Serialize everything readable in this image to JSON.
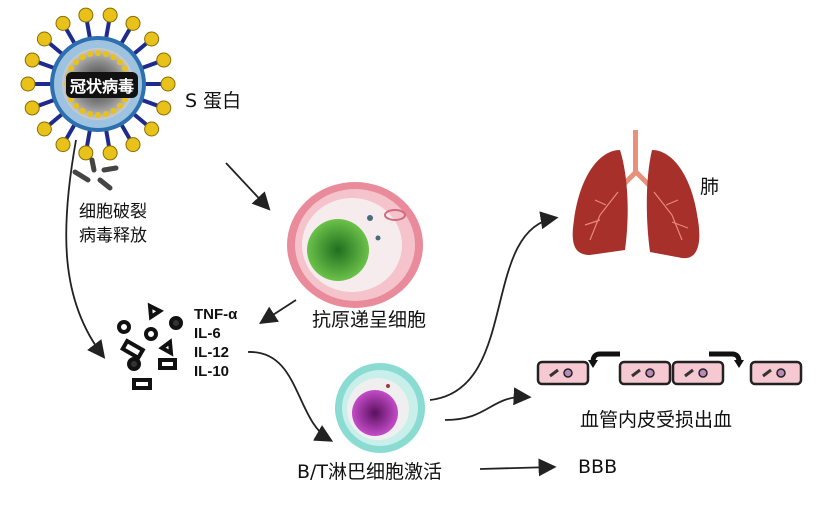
{
  "title": "冠状病毒感染致病机制示意图",
  "nodes": {
    "virus": {
      "label": "冠状病毒",
      "spike_label": "S 蛋白"
    },
    "cell_rupture": {
      "line1": "细胞破裂",
      "line2": "病毒释放"
    },
    "apc": {
      "label": "抗原递呈细胞"
    },
    "cytokines": {
      "items": [
        "TNF-α",
        "IL-6",
        "IL-12",
        "IL-10"
      ]
    },
    "lymphocyte": {
      "label": "B/T淋巴细胞激活"
    },
    "lung": {
      "label": "肺"
    },
    "endothelium": {
      "label": "血管内皮受损出血"
    },
    "bbb": {
      "label": "BBB"
    }
  },
  "colors": {
    "virus_spike": "#1e2a8c",
    "virus_knob": "#e8c21a",
    "apc_membrane": "#e59aa6",
    "apc_nucleus": "#3aa83a",
    "lymph_membrane": "#7fd6cf",
    "lymph_nucleus": "#a03aa8",
    "lung": "#a8302a",
    "endothelial_cell": "#f6c8d2",
    "arrow": "#222222"
  }
}
